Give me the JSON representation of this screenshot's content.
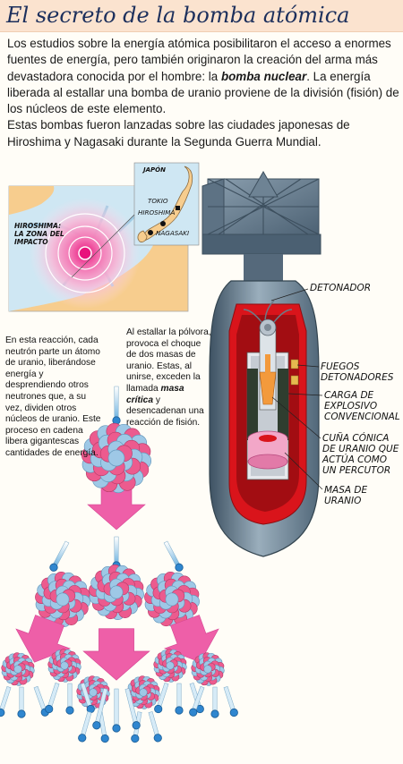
{
  "title": "El secreto de la bomba atómica",
  "intro": {
    "p1_a": "Los estudios sobre la energía atómica posibilitaron el acceso a enormes fuentes de energía, pero también originaron la creación del arma más devastadora conocida por el hombre: la ",
    "p1_em": "bomba nuclear",
    "p1_b": ". La energía liberada al estallar una bomba de uranio proviene de la división (fisión) de los núcleos de este elemento.",
    "p2": "Estas bombas fueron lanzadas sobre las ciudades japonesas de Hiroshima y Nagasaki durante la Segunda Guerra Mundial."
  },
  "map": {
    "impact_label": "HIROSHIMA:\nLA ZONA DEL\nIMPACTO",
    "country": "JAPÓN",
    "city_tokio": "TOKIO",
    "city_hiroshima": "HIROSHIMA",
    "city_nagasaki": "NAGASAKI"
  },
  "notes": {
    "reaction": "En esta reacción, cada neutrón parte un átomo de uranio, liberándose energía y desprendiendo otros neutrones que, a su vez, dividen otros núcleos de uranio. Este proceso en cadena libera gigantescas cantidades de energía.",
    "explosion_a": "Al estallar la pólvora, provoca el choque de dos masas de uranio. Estas, al unirse, exceden la llamada ",
    "explosion_em": "masa crítica",
    "explosion_b": " y desencadenan una reacción de fisión."
  },
  "bomb_labels": {
    "detonador": "DETONADOR",
    "fuegos": "FUEGOS\nDETONADORES",
    "carga": "CARGA DE\nEXPLOSIVO\nCONVENCIONAL",
    "cuna": "CUÑA CÓNICA\nDE URANIO QUE\nACTÚA COMO\nUN PERCUTOR",
    "masa": "MASA DE\nURANIO"
  },
  "colors": {
    "header_bg": "#fbe3cf",
    "title": "#1c2f5c",
    "bomb_body": "#6f8496",
    "bomb_cut": "#d9141b",
    "arrow": "#ee5fa8",
    "proton": "#ec5b8e",
    "neutron": "#9ec8e6"
  }
}
